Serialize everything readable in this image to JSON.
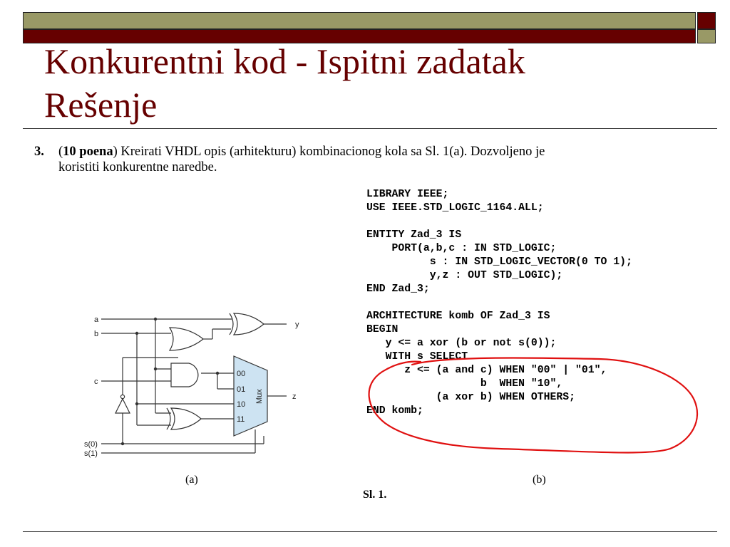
{
  "slide": {
    "title_line1": "Konkurentni kod - Ispitni zadatak",
    "title_line2": "Rešenje"
  },
  "question": {
    "number": "3.",
    "text_before": "(",
    "points": "10 poena",
    "text_line1_rest": ") Kreirati VHDL opis (arhitekturu) kombinacionog kola sa Sl. 1(a). Dozvoljeno je",
    "text_line2": "koristiti konkurentne naredbe."
  },
  "code_lines": [
    "LIBRARY IEEE;",
    "USE IEEE.STD_LOGIC_1164.ALL;",
    "",
    "ENTITY Zad_3 IS",
    "    PORT(a,b,c : IN STD_LOGIC;",
    "          s : IN STD_LOGIC_VECTOR(0 TO 1);",
    "          y,z : OUT STD_LOGIC);",
    "END Zad_3;",
    "",
    "ARCHITECTURE komb OF Zad_3 IS",
    "BEGIN",
    "   y <= a xor (b or not s(0));",
    "   WITH s SELECT",
    "      z <= (a and c) WHEN \"00\" | \"01\",",
    "                  b  WHEN \"10\",",
    "           (a xor b) WHEN OTHERS;",
    "END komb;"
  ],
  "circuit": {
    "label_a": "a",
    "label_b": "b",
    "label_c": "c",
    "label_s0": "s(0)",
    "label_s1": "s(1)",
    "label_y": "y",
    "label_z": "z",
    "mux_in_00": "00",
    "mux_in_01": "01",
    "mux_in_10": "10",
    "mux_in_11": "11",
    "mux_label": "Mux"
  },
  "captions": {
    "a": "(a)",
    "b": "(b)",
    "figure": "Sl. 1."
  },
  "colors": {
    "title": "#660000",
    "band_olive": "#999966",
    "band_maroon": "#660000",
    "annotation": "#e01010",
    "mux_fill": "#cde3f2"
  }
}
